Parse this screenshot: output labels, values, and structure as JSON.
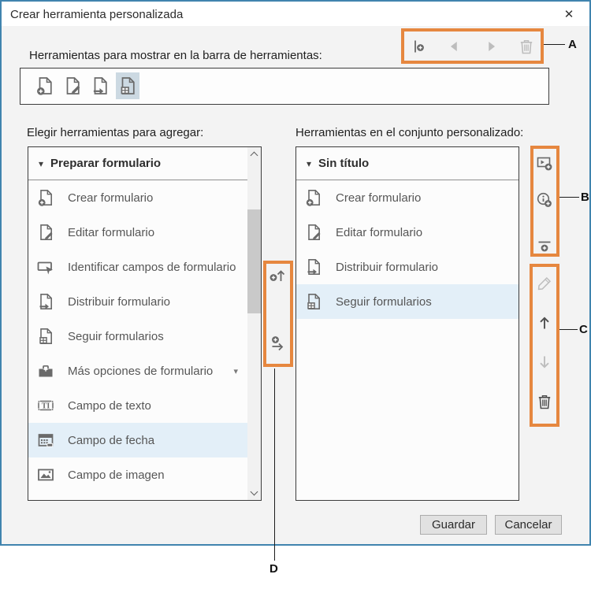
{
  "window": {
    "title": "Crear herramienta personalizada",
    "close_icon": "✕"
  },
  "toolbar_section": {
    "label": "Herramientas para mostrar en la barra de herramientas:",
    "preview_icons": [
      "create-form-icon",
      "edit-form-icon",
      "distribute-form-icon",
      "track-forms-icon"
    ],
    "selected_preview_index": 3
  },
  "toolbar_actions": {
    "items": [
      {
        "icon": "add-vertical-divider-icon",
        "enabled": true
      },
      {
        "icon": "move-left-icon",
        "enabled": false
      },
      {
        "icon": "move-right-icon",
        "enabled": false
      },
      {
        "icon": "delete-icon",
        "enabled": false
      }
    ]
  },
  "left_panel": {
    "label": "Elegir herramientas para agregar:",
    "group_caret": "▾",
    "group_header": "Preparar formulario",
    "items": [
      {
        "label": "Crear formulario",
        "icon": "create-form-icon",
        "selected": false
      },
      {
        "label": "Editar formulario",
        "icon": "edit-form-icon",
        "selected": false
      },
      {
        "label": "Identificar campos de formulario",
        "icon": "identify-fields-icon",
        "selected": false
      },
      {
        "label": "Distribuir formulario",
        "icon": "distribute-form-icon",
        "selected": false
      },
      {
        "label": "Seguir formularios",
        "icon": "track-forms-icon",
        "selected": false
      },
      {
        "label": "Más opciones de formulario",
        "icon": "form-options-icon",
        "submenu_caret": "▾",
        "selected": false
      },
      {
        "label": "Campo de texto",
        "icon": "text-field-icon",
        "selected": false
      },
      {
        "label": "Campo de fecha",
        "icon": "date-field-icon",
        "selected": true
      },
      {
        "label": "Campo de imagen",
        "icon": "image-field-icon",
        "selected": false
      }
    ]
  },
  "middle_actions": {
    "items": [
      {
        "icon": "add-to-toolbar-icon",
        "enabled": true
      },
      {
        "icon": "add-to-set-icon",
        "enabled": true
      }
    ]
  },
  "right_panel": {
    "label": "Herramientas en el conjunto personalizado:",
    "group_caret": "▾",
    "group_header": "Sin título",
    "items": [
      {
        "label": "Crear formulario",
        "icon": "create-form-icon",
        "selected": false
      },
      {
        "label": "Editar formulario",
        "icon": "edit-form-icon",
        "selected": false
      },
      {
        "label": "Distribuir formulario",
        "icon": "distribute-form-icon",
        "selected": false
      },
      {
        "label": "Seguir formularios",
        "icon": "track-forms-icon",
        "selected": true
      }
    ]
  },
  "set_actions": {
    "items": [
      {
        "icon": "add-panel-icon",
        "enabled": true
      },
      {
        "icon": "add-instructions-icon",
        "enabled": true
      },
      {
        "icon": "add-divider-icon",
        "enabled": true
      }
    ]
  },
  "edit_actions": {
    "items": [
      {
        "icon": "edit-icon",
        "enabled": false
      },
      {
        "icon": "move-up-icon",
        "enabled": true
      },
      {
        "icon": "move-down-icon",
        "enabled": false
      },
      {
        "icon": "delete-icon",
        "enabled": true
      }
    ]
  },
  "footer": {
    "save_label": "Guardar",
    "cancel_label": "Cancelar"
  },
  "annotations": {
    "a": "A",
    "b": "B",
    "c": "C",
    "d": "D"
  },
  "colors": {
    "callout_orange": "#e6873f",
    "selection_blue": "#e3eff8",
    "window_border_blue": "#4084ae",
    "icon_gray": "#6a6a6a",
    "disabled_gray": "#bdbdbd"
  }
}
